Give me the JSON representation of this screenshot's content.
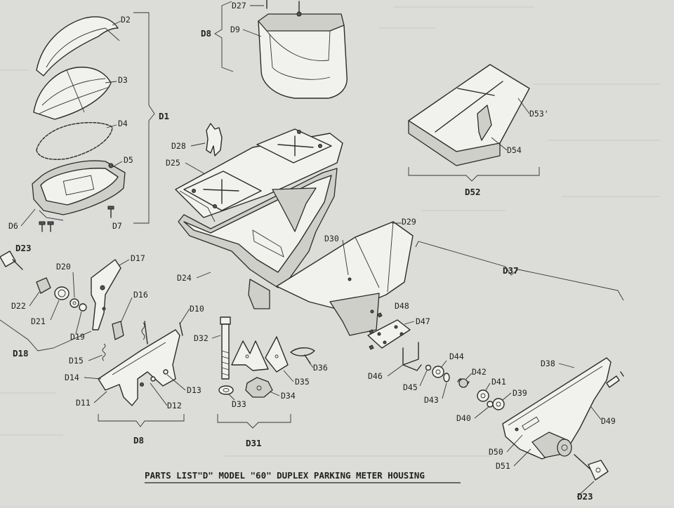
{
  "title": "PARTS LIST\"D\" MODEL \"60\" DUPLEX PARKING METER HOUSING",
  "parts": {
    "D1": "D1",
    "D2": "D2",
    "D3": "D3",
    "D4": "D4",
    "D5": "D5",
    "D6": "D6",
    "D7": "D7",
    "D8_top": "D8",
    "D8_bottom": "D8",
    "D9": "D9",
    "D10": "D10",
    "D11": "D11",
    "D12": "D12",
    "D13": "D13",
    "D14": "D14",
    "D15": "D15",
    "D16": "D16",
    "D17": "D17",
    "D18": "D18",
    "D19": "D19",
    "D20": "D20",
    "D21": "D21",
    "D22": "D22",
    "D23_left": "D23",
    "D23_bottom": "D23",
    "D24": "D24",
    "D25": "D25",
    "D27": "D27",
    "D28": "D28",
    "D29": "D29",
    "D30": "D30",
    "D31": "D31",
    "D32": "D32",
    "D33": "D33",
    "D34": "D34",
    "D35": "D35",
    "D36": "D36",
    "D37": "D37",
    "D38": "D38",
    "D39": "D39",
    "D40": "D40",
    "D41": "D41",
    "D42": "D42",
    "D43": "D43",
    "D44": "D44",
    "D45": "D45",
    "D46": "D46",
    "D47": "D47",
    "D48": "D48",
    "D49": "D49",
    "D50": "D50",
    "D51": "D51",
    "D52": "D52",
    "D53": "D53'",
    "D54": "D54"
  }
}
